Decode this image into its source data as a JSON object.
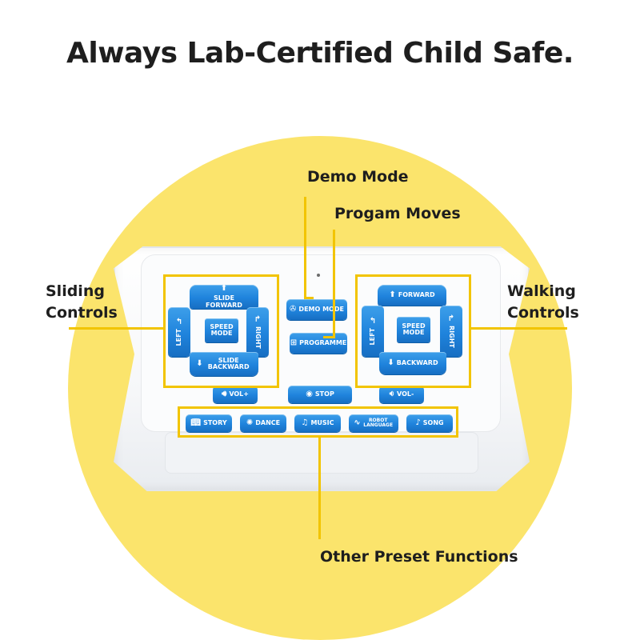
{
  "headline": "Always Lab-Certified Child Safe.",
  "labels": {
    "demo_mode": "Demo Mode",
    "program_moves": "Progam Moves",
    "sliding_1": "Sliding",
    "sliding_2": "Controls",
    "walking_1": "Walking",
    "walking_2": "Controls",
    "other": "Other Preset Functions"
  },
  "left_pad": {
    "up": "SLIDE FORWARD",
    "down": "SLIDE BACKWARD",
    "left": "LEFT",
    "right": "RIGHT",
    "center": "SPEED MODE"
  },
  "right_pad": {
    "up": "FORWARD",
    "down": "BACKWARD",
    "left": "LEFT",
    "right": "RIGHT",
    "center": "SPEED MODE"
  },
  "middle": {
    "demo": "DEMO MODE",
    "programme": "PROGRAMME",
    "stop": "STOP",
    "vol_up": "VOL+",
    "vol_down": "VOL-"
  },
  "functions": [
    "STORY",
    "DANCE",
    "MUSIC",
    "ROBOT LANGUAGE",
    "SONG"
  ],
  "colors": {
    "circle": "#fbe46c",
    "accent": "#f2c400",
    "button": "#1f83dc"
  },
  "icons": {
    "arrow_up": "arrow-up-icon",
    "arrow_down": "arrow-down-icon",
    "turn_left": "turn-left-icon",
    "turn_right": "turn-right-icon",
    "volume": "speaker-icon",
    "stop": "stop-icon",
    "demo": "film-reel-icon",
    "programme": "windows-icon",
    "story": "book-icon",
    "dance": "dancer-icon",
    "music": "music-note-icon",
    "robot_language": "waveform-icon",
    "song": "note-icon"
  }
}
